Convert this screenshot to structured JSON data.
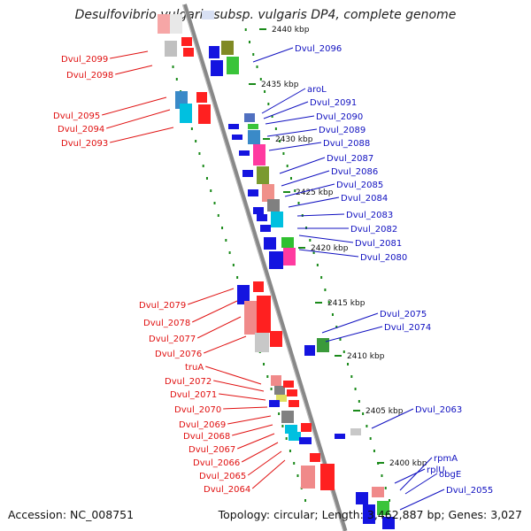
{
  "title": "Desulfovibrio vulgaris subsp. vulgaris DP4, complete genome",
  "accession": "Accession: NC_008751",
  "summary": "Topology: circular; Length: 3,462,887 bp; Genes: 3,027",
  "colors": {
    "leftLabel": "#e01010",
    "rightLabel": "#1010c0",
    "scale": "#1a8a1a",
    "backbone": "#888888"
  },
  "ticks": [
    "2440 kbp",
    "2435 kbp",
    "2430 kbp",
    "2425 kbp",
    "2420 kbp",
    "2415 kbp",
    "2410 kbp",
    "2405 kbp",
    "2400 kbp"
  ],
  "left_genes": [
    "Dvul_2099",
    "Dvul_2098",
    "Dvul_2095",
    "Dvul_2094",
    "Dvul_2093",
    "Dvul_2079",
    "Dvul_2078",
    "Dvul_2077",
    "Dvul_2076",
    "truA",
    "Dvul_2072",
    "Dvul_2071",
    "Dvul_2070",
    "Dvul_2069",
    "Dvul_2068",
    "Dvul_2067",
    "Dvul_2066",
    "Dvul_2065",
    "Dvul_2064"
  ],
  "right_genes": [
    "Dvul_2096",
    "aroL",
    "Dvul_2091",
    "Dvul_2090",
    "Dvul_2089",
    "Dvul_2088",
    "Dvul_2087",
    "Dvul_2086",
    "Dvul_2085",
    "Dvul_2084",
    "Dvul_2083",
    "Dvul_2082",
    "Dvul_2081",
    "Dvul_2080",
    "Dvul_2075",
    "Dvul_2074",
    "Dvul_2063",
    "rplU",
    "rpmA",
    "obgE",
    "Dvul_2055"
  ]
}
